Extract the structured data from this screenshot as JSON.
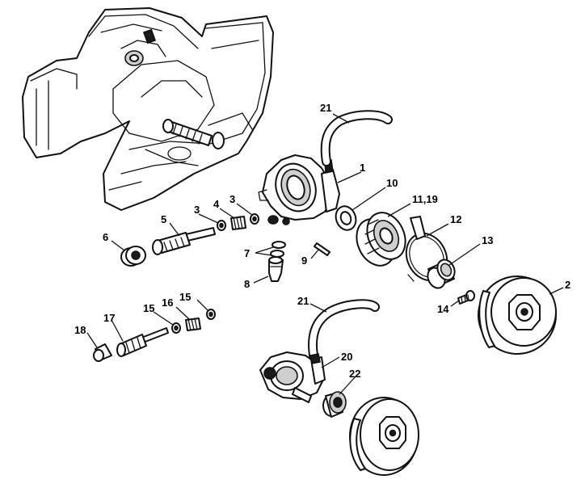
{
  "callouts": {
    "c1": "1",
    "c2": "2",
    "c3a": "3",
    "c3b": "3",
    "c4": "4",
    "c5": "5",
    "c6": "6",
    "c7": "7",
    "c8": "8",
    "c9": "9",
    "c10": "10",
    "c11_19": "11,19",
    "c12": "12",
    "c13": "13",
    "c14": "14",
    "c15a": "15",
    "c15b": "15",
    "c16": "16",
    "c17": "17",
    "c18": "18",
    "c20": "20",
    "c21a": "21",
    "c21b": "21",
    "c22": "22"
  }
}
